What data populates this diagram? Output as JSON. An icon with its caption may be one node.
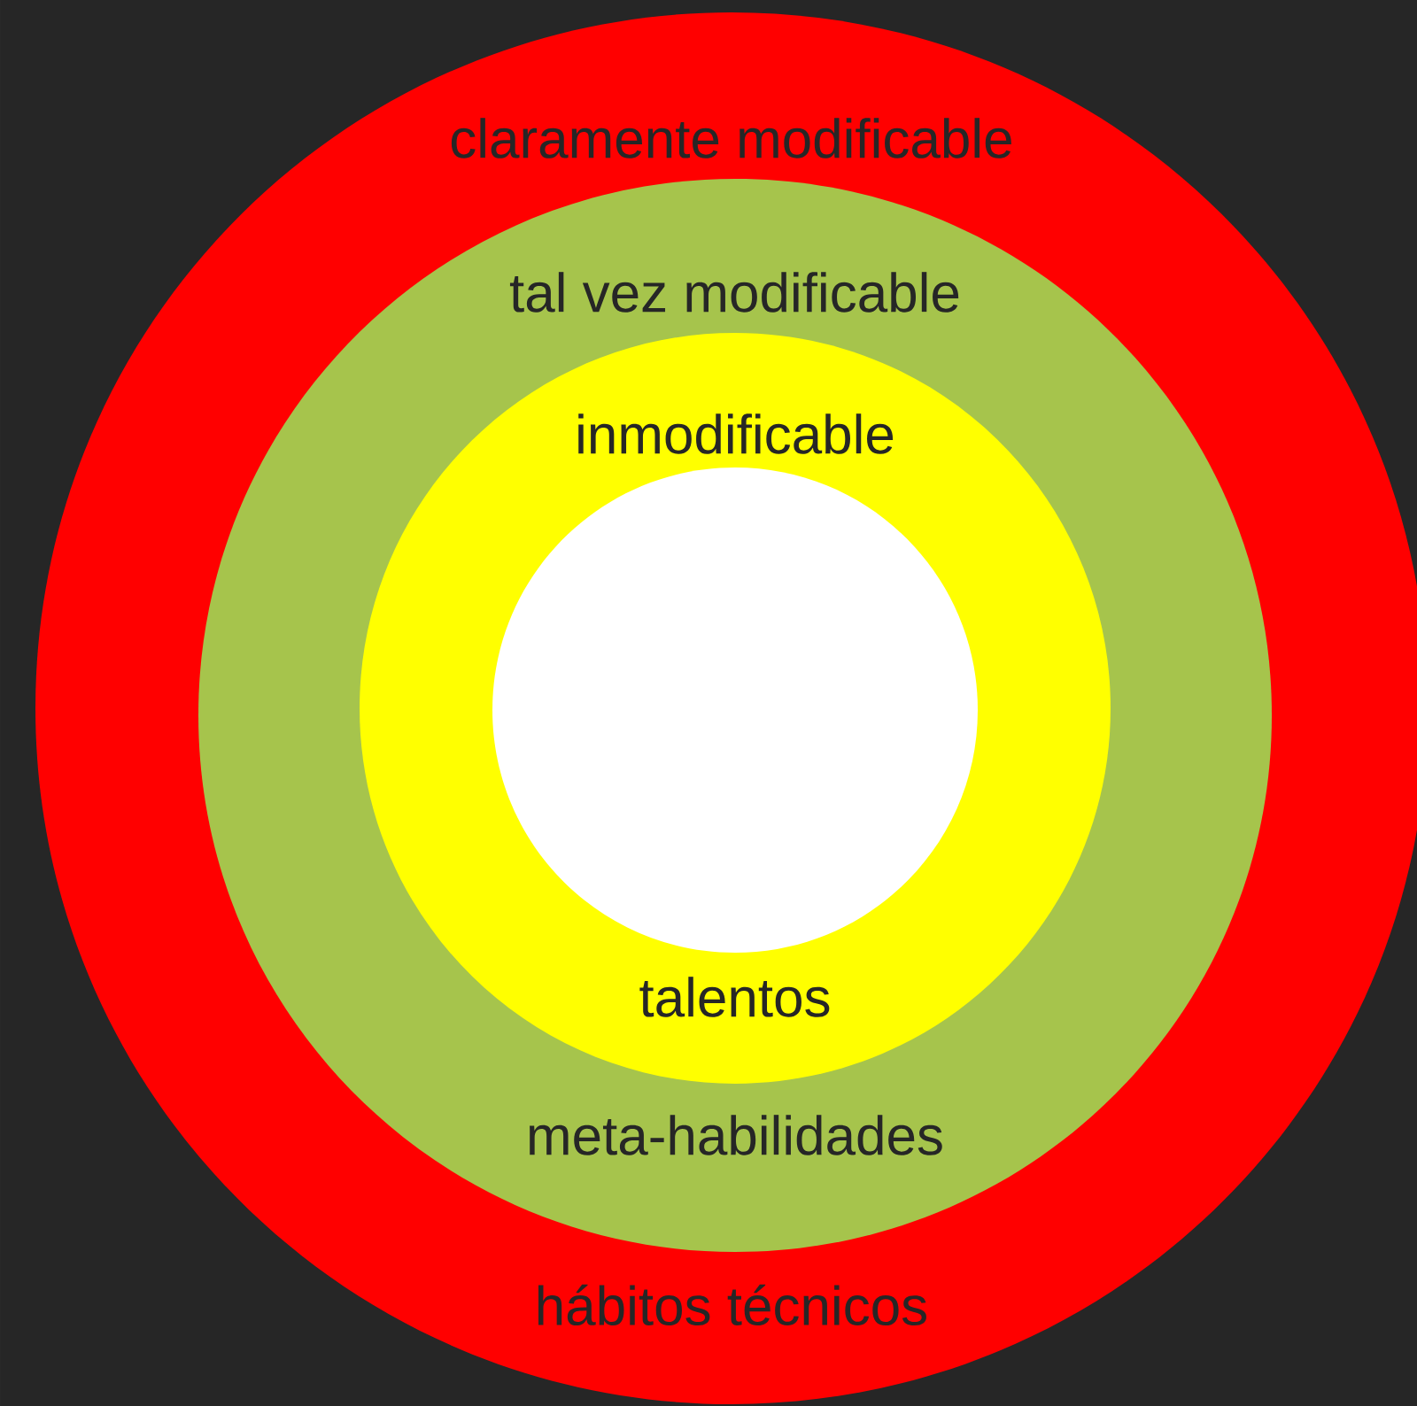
{
  "diagram": {
    "nodes": [
      {
        "text": [
          "claramente modificable",
          "hábitos técnicos"
        ]
      },
      {
        "text": [
          "tal vez modificable",
          "meta-habilidades"
        ],
        "in": 0
      },
      {
        "text": [
          "inmodificable",
          "talentos"
        ],
        "in": 1
      },
      {
        "text": [],
        "shape": "circle",
        "in": 2
      }
    ]
  }
}
